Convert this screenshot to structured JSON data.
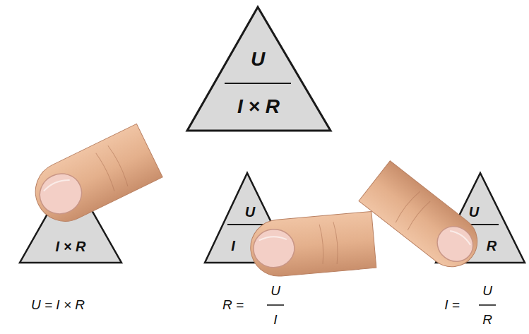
{
  "diagram": {
    "nodes": [
      {
        "text": [
          "U",
          "I × R"
        ]
      },
      {
        "text": [
          "I × R"
        ]
      },
      {
        "text": [
          "U",
          "I"
        ]
      },
      {
        "text": [
          "U",
          "R"
        ]
      }
    ],
    "labels": [
      "U = I × R",
      "R =",
      "U",
      "I",
      "I =",
      "U",
      "R"
    ]
  }
}
